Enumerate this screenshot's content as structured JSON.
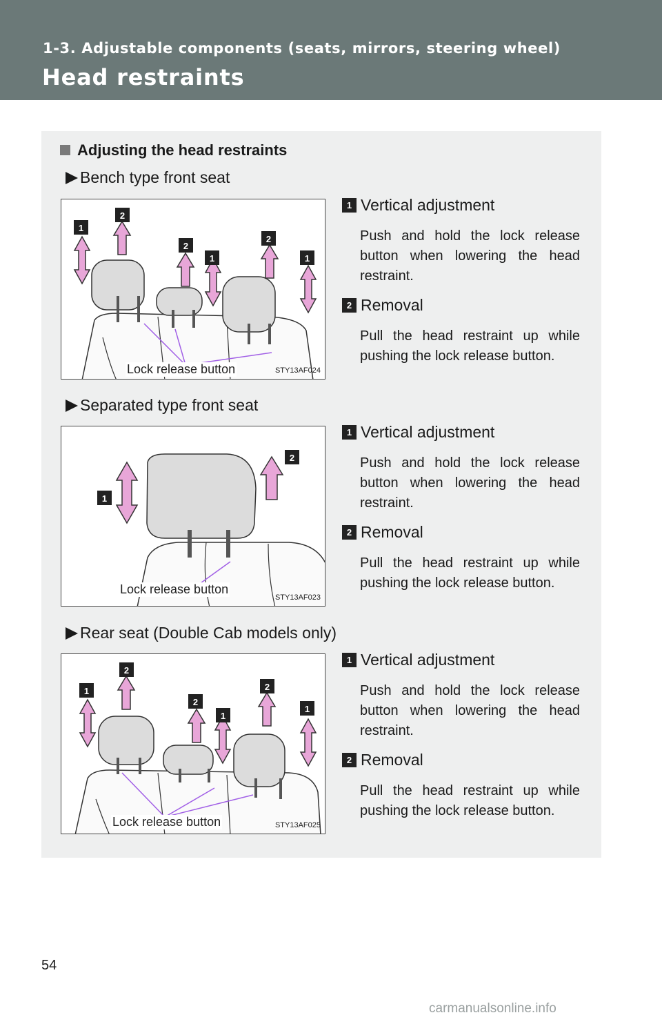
{
  "header": {
    "section": "1-3. Adjustable components (seats, mirrors, steering wheel)",
    "title": "Head restraints"
  },
  "heading": "Adjusting the head restraints",
  "sections": [
    {
      "subtitle": "Bench type front seat",
      "figure": {
        "lock_label": "Lock release button",
        "code": "STY13AF024"
      },
      "items": [
        {
          "num": "1",
          "label": "Vertical adjustment",
          "desc": "Push and hold the lock release button when lowering the head restraint."
        },
        {
          "num": "2",
          "label": "Removal",
          "desc": "Pull the head restraint up while pushing the lock release button."
        }
      ]
    },
    {
      "subtitle": "Separated type front seat",
      "figure": {
        "lock_label": "Lock release button",
        "code": "STY13AF023"
      },
      "items": [
        {
          "num": "1",
          "label": "Vertical adjustment",
          "desc": "Push and hold the lock release button when lowering the head restraint."
        },
        {
          "num": "2",
          "label": "Removal",
          "desc": "Pull the head restraint up while pushing the lock release button."
        }
      ]
    },
    {
      "subtitle": "Rear seat (Double Cab models only)",
      "figure": {
        "lock_label": "Lock release button",
        "code": "STY13AF025"
      },
      "items": [
        {
          "num": "1",
          "label": "Vertical adjustment",
          "desc": "Push and hold the lock release button when lowering the head restraint."
        },
        {
          "num": "2",
          "label": "Removal",
          "desc": "Pull the head restraint up while pushing the lock release button."
        }
      ]
    }
  ],
  "page_number": "54",
  "watermark": "carmanualsonline.info",
  "colors": {
    "header_bg": "#6b7978",
    "panel_bg": "#eeefef",
    "arrow_fill": "#e8a6d8",
    "pointer_line": "#a15fe6"
  }
}
